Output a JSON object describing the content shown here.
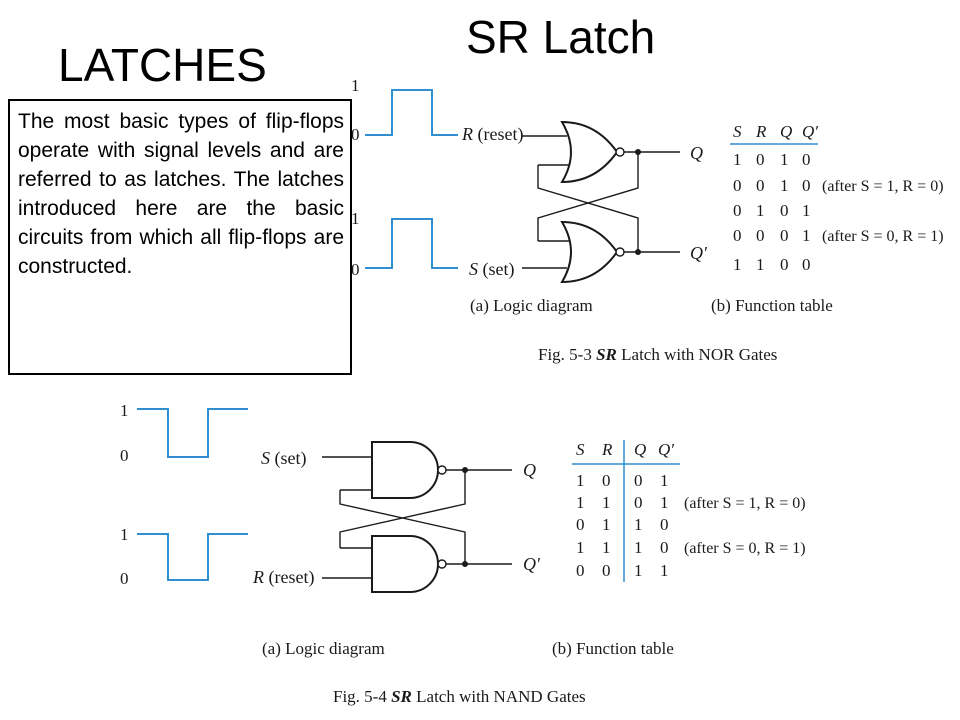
{
  "slide": {
    "title": "SR Latch",
    "subtitle": "LATCHES",
    "intro_text": "The most basic types of flip-flops operate with signal levels and are referred to as latches. The latches introduced here are the basic circuits from which all flip-flops are constructed."
  },
  "fig_nor": {
    "level_high": "1",
    "level_low": "0",
    "reset_label_var": "R",
    "reset_label": "(reset)",
    "set_label_var": "S",
    "set_label": "(set)",
    "out_q": "Q",
    "out_qbar": "Q′",
    "table_headers": [
      "S",
      "R",
      "Q",
      "Q′"
    ],
    "table_rows": [
      [
        "1",
        "0",
        "1",
        "0"
      ],
      [
        "0",
        "0",
        "1",
        "0"
      ],
      [
        "0",
        "1",
        "0",
        "1"
      ],
      [
        "0",
        "0",
        "0",
        "1"
      ],
      [
        "1",
        "1",
        "0",
        "0"
      ]
    ],
    "notes": [
      "",
      "(after S = 1, R = 0)",
      "",
      "(after S = 0, R = 1)",
      ""
    ],
    "caption_a": "(a) Logic diagram",
    "caption_b": "(b) Function table",
    "fig_caption_prefix": "Fig. 5-3",
    "fig_caption_name": "SR",
    "fig_caption_rest": "Latch with NOR Gates"
  },
  "fig_nand": {
    "level_high": "1",
    "level_low": "0",
    "set_label_var": "S",
    "set_label": "(set)",
    "reset_label_var": "R",
    "reset_label": "(reset)",
    "out_q": "Q",
    "out_qbar": "Q′",
    "table_headers": [
      "S",
      "R",
      "Q",
      "Q′"
    ],
    "table_rows": [
      [
        "1",
        "0",
        "0",
        "1"
      ],
      [
        "1",
        "1",
        "0",
        "1"
      ],
      [
        "0",
        "1",
        "1",
        "0"
      ],
      [
        "1",
        "1",
        "1",
        "0"
      ],
      [
        "0",
        "0",
        "1",
        "1"
      ]
    ],
    "notes": [
      "",
      "(after S = 1, R = 0)",
      "",
      "(after S = 0, R = 1)",
      ""
    ],
    "caption_a": "(a) Logic diagram",
    "caption_b": "(b) Function table",
    "fig_caption_prefix": "Fig. 5-4",
    "fig_caption_name": "SR",
    "fig_caption_rest": "Latch with NAND Gates"
  }
}
